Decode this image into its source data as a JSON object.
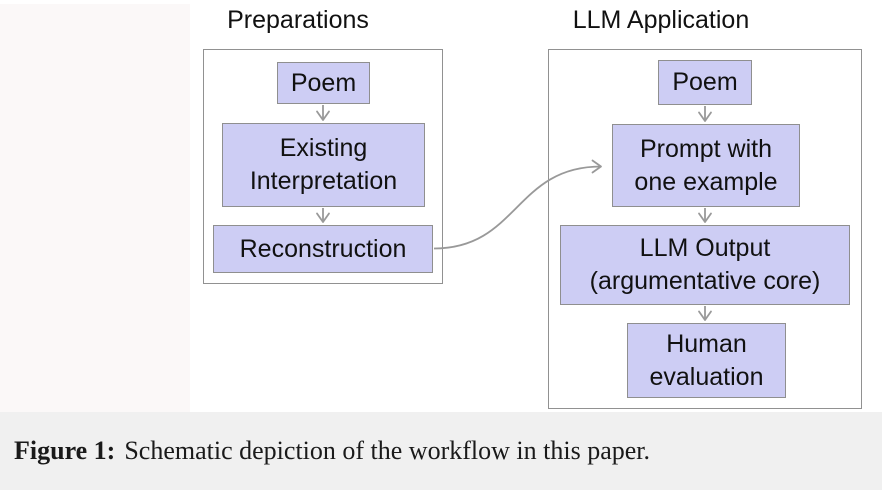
{
  "diagram": {
    "groups": [
      {
        "title": "Preparations",
        "nodes": [
          {
            "lines": [
              "Poem"
            ]
          },
          {
            "lines": [
              "Existing",
              "Interpretation"
            ]
          },
          {
            "lines": [
              "Reconstruction"
            ]
          }
        ]
      },
      {
        "title": "LLM Application",
        "nodes": [
          {
            "lines": [
              "Poem"
            ]
          },
          {
            "lines": [
              "Prompt with",
              "one example"
            ]
          },
          {
            "lines": [
              "LLM Output",
              "(argumentative core)"
            ]
          },
          {
            "lines": [
              "Human",
              "evaluation"
            ]
          }
        ]
      }
    ],
    "arrows": [
      "poem-to-existing-interpretation",
      "existing-interpretation-to-reconstruction",
      "reconstruction-to-prompt-with-one-example",
      "poem-to-prompt-with-one-example",
      "prompt-to-llm-output",
      "llm-output-to-human-evaluation"
    ],
    "colors": {
      "node_fill": "#cdcdf4",
      "node_border": "#8f8f8f",
      "group_border": "#919191",
      "arrow": "#999999",
      "text": "#111111",
      "caption_bg": "#f0f0f0",
      "left_margin_bg": "#fbf8f8"
    }
  },
  "caption": {
    "label": "Figure 1:",
    "text": "Schematic depiction of the workflow in this paper."
  }
}
